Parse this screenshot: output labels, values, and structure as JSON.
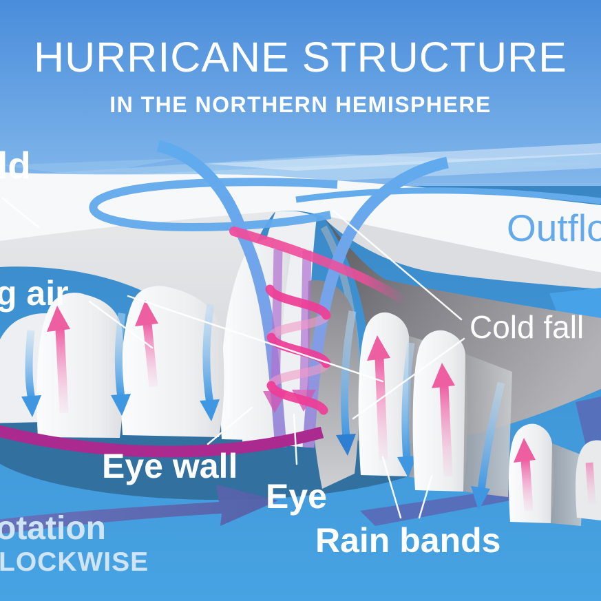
{
  "title": {
    "main": "HURRICANE STRUCTURE",
    "subtitle": "IN THE NORTHERN HEMISPHERE"
  },
  "labels": {
    "cold_partial": "ld",
    "outflow_partial": "Outflo",
    "rising_air_partial": "g air",
    "cold_falling_partial": "Cold fall",
    "eye_wall": "Eye wall",
    "eye": "Eye",
    "rain_bands": "Rain bands",
    "rotation_partial": "otation",
    "counterclockwise_partial": "LOCKWISE"
  },
  "colors": {
    "sky_top": "#4a8ddb",
    "sky_horizon": "#cfe6f8",
    "ocean": "#3f96d5",
    "cloud_white": "#f7f8fa",
    "cloud_gray": "#d9dbde",
    "shield_dark": "#6b6b6f",
    "eyewall_base_dark": "#31709f",
    "updraft_pink": "#ee5fa2",
    "downdraft_blue": "#3f97e2",
    "ribbon_blue": "#63abeb",
    "spiral_pink": "#ee3d96",
    "rotation_magenta": "#ab2a90",
    "rotation_violet": "#5d63b2",
    "label_light_blue": "#cfe4f5",
    "outflow_text_blue": "#64a9e9"
  }
}
